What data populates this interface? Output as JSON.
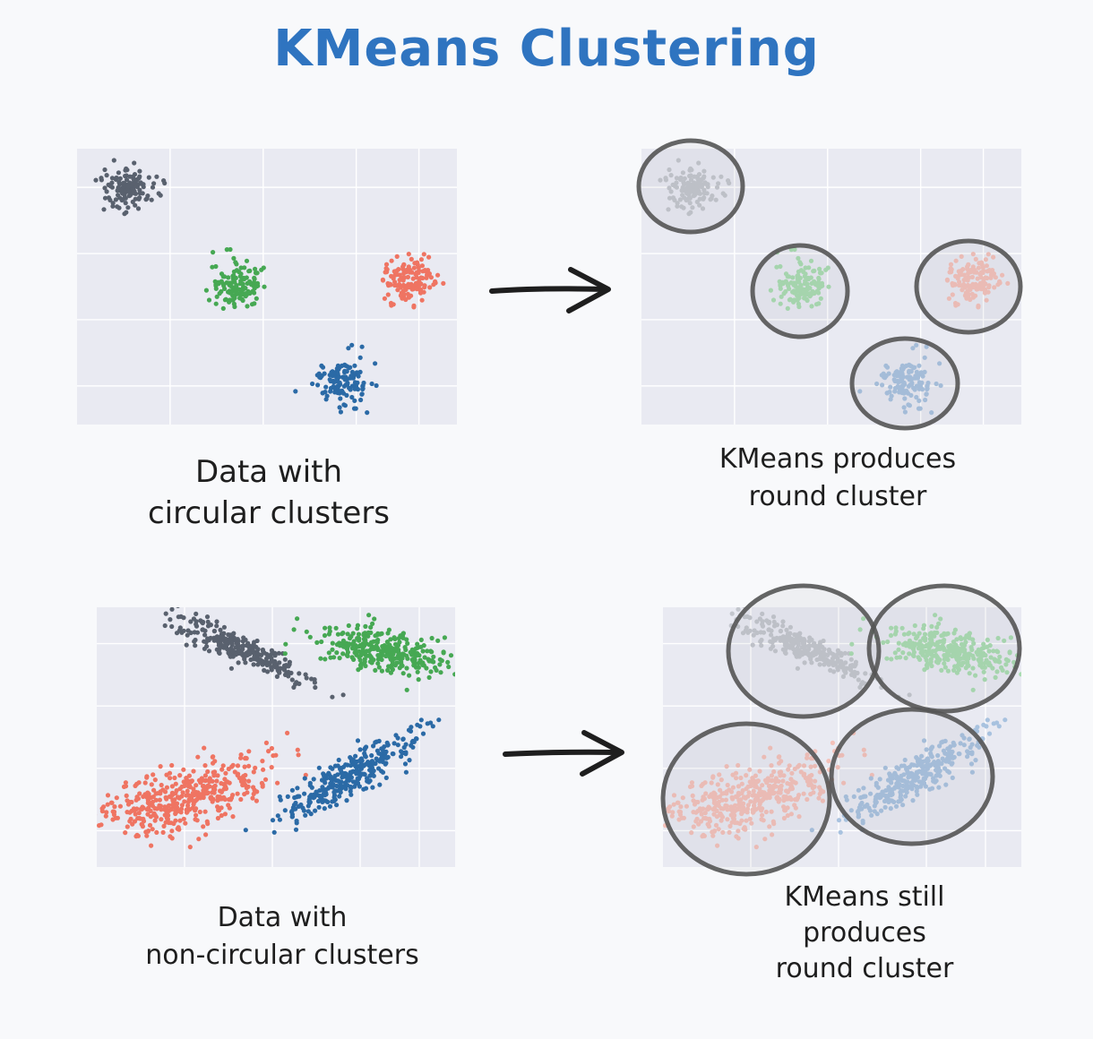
{
  "title": "KMeans Clustering",
  "colors": {
    "title": "#2f74c0",
    "panel_bg": "#e9eaf2",
    "grid": "#ffffff",
    "ring": "#555555",
    "arrow": "#1e1e1e",
    "cluster_gray": "#59616e",
    "cluster_green": "#46a853",
    "cluster_red": "#ef7462",
    "cluster_blue": "#2b6aa6",
    "faded_gray": "#c3c6cd",
    "faded_green": "#a9dcb1",
    "faded_red": "#f4c1b9",
    "faded_blue": "#a8c2df"
  },
  "captions": {
    "top_left_line1": "Data with",
    "top_left_line2": "circular clusters",
    "top_right_line1": "KMeans produces",
    "top_right_line2": "round cluster",
    "bottom_left_line1": "Data with",
    "bottom_left_line2": "non-circular clusters",
    "bottom_right_line1": "KMeans still",
    "bottom_right_line2": "produces",
    "bottom_right_line3": "round cluster"
  },
  "icons": {
    "arrow": "arrow-right-icon"
  }
}
